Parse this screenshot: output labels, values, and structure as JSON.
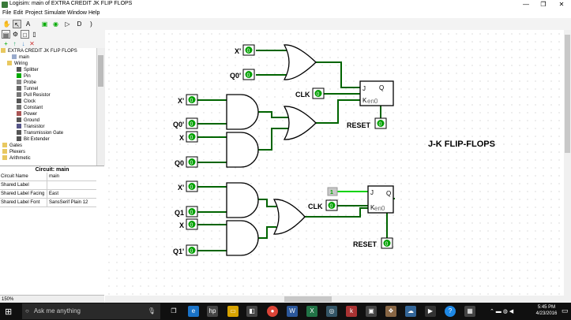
{
  "window": {
    "title": "Logisim: main of EXTRA CREDIT JK FLIP FLOPS",
    "minimize": "—",
    "restore": "❐",
    "close": "✕"
  },
  "menu": [
    "File",
    "Edit",
    "Project",
    "Simulate",
    "Window",
    "Help"
  ],
  "explorer": {
    "project": "EXTRA CREDIT JK FLIP FLOPS",
    "items": [
      {
        "label": "main",
        "indent": 2
      },
      {
        "label": "Wiring",
        "indent": 1
      },
      {
        "label": "Splitter",
        "indent": 3
      },
      {
        "label": "Pin",
        "indent": 3
      },
      {
        "label": "Probe",
        "indent": 3
      },
      {
        "label": "Tunnel",
        "indent": 3
      },
      {
        "label": "Pull Resistor",
        "indent": 3
      },
      {
        "label": "Clock",
        "indent": 3
      },
      {
        "label": "Constant",
        "indent": 3
      },
      {
        "label": "Power",
        "indent": 3
      },
      {
        "label": "Ground",
        "indent": 3
      },
      {
        "label": "Transistor",
        "indent": 3
      },
      {
        "label": "Transmission Gate",
        "indent": 3
      },
      {
        "label": "Bit Extender",
        "indent": 3
      },
      {
        "label": "Gates",
        "indent": 0
      },
      {
        "label": "Plexers",
        "indent": 0
      },
      {
        "label": "Arithmetic",
        "indent": 0
      }
    ]
  },
  "attributes": {
    "header": "Circuit: main",
    "rows": [
      {
        "key": "Circuit Name",
        "value": "main"
      },
      {
        "key": "Shared Label",
        "value": ""
      },
      {
        "key": "Shared Label Facing",
        "value": "East"
      },
      {
        "key": "Shared Label Font",
        "value": "SansSerif Plain 12"
      }
    ]
  },
  "zoom": "150%",
  "circuit": {
    "title": "J-K FLIP-FLOPS",
    "top": {
      "pins": [
        {
          "label": "X'",
          "value": "0"
        },
        {
          "label": "Q0'",
          "value": "0"
        },
        {
          "label": "X'",
          "value": "0"
        },
        {
          "label": "Q0'",
          "value": "0"
        },
        {
          "label": "X",
          "value": "0"
        },
        {
          "label": "Q0",
          "value": "0"
        }
      ],
      "clk": {
        "label": "CLK",
        "value": "0"
      },
      "reset": {
        "label": "RESET",
        "value": "0"
      },
      "ff": {
        "j": "J",
        "k": "K",
        "q": "Q",
        "en": "en0"
      }
    },
    "bottom": {
      "pins": [
        {
          "label": "X'",
          "value": "0"
        },
        {
          "label": "Q1",
          "value": "0"
        },
        {
          "label": "X",
          "value": "0"
        },
        {
          "label": "Q1'",
          "value": "0"
        }
      ],
      "constant": "1",
      "clk": {
        "label": "CLK",
        "value": "0"
      },
      "reset": {
        "label": "RESET",
        "value": "0"
      },
      "ff": {
        "j": "J",
        "k": "K",
        "q": "Q",
        "en": "en0"
      }
    },
    "colors": {
      "wire_low": "#006400",
      "wire_high": "#00d200",
      "pin_bg": "#00a000"
    }
  },
  "taskbar": {
    "search_placeholder": "Ask me anything",
    "time": "5:45 PM",
    "date": "4/23/2016"
  }
}
